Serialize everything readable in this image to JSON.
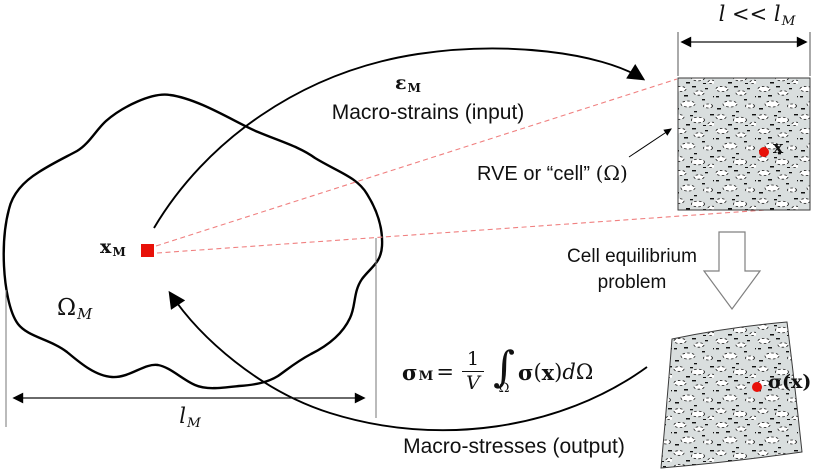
{
  "figure": {
    "rve": {
      "size_label": {
        "lhs": "l",
        "op": "<<",
        "rhs": "l",
        "rhs_sub": "M"
      },
      "point_label": "x",
      "caption_prefix": "RVE or “cell”",
      "caption_omega": "(Ω)"
    },
    "input_flow": {
      "symbol": "ε",
      "symbol_sub": "M",
      "caption": "Macro-strains (input)"
    },
    "macro_body": {
      "point_label": "x",
      "point_label_sub": "M",
      "domain_label": "Ω",
      "domain_label_sub": "M",
      "length_label": "l",
      "length_label_sub": "M"
    },
    "cell_problem": {
      "line1": "Cell equilibrium",
      "line2": "problem"
    },
    "equation": {
      "lhs": "σ",
      "lhs_sub": "M",
      "equals": "=",
      "numerator": "1",
      "denominator": "V",
      "integral": "∫",
      "integral_domain": "Ω",
      "sigma": "σ",
      "open_paren": "(",
      "x": "x",
      "close_paren": ")",
      "d": "d",
      "omega": "Ω"
    },
    "output_flow": {
      "caption": "Macro-stresses (output)"
    },
    "deformed_cell": {
      "stress_label": "σ",
      "stress_arg": "(x)"
    }
  },
  "colors": {
    "marker_red": "#e81109",
    "construction_line_red": "#f08080",
    "cell_fill": "#d9dede",
    "line_black": "#000000",
    "hollow_arrow_outline": "#808080"
  }
}
